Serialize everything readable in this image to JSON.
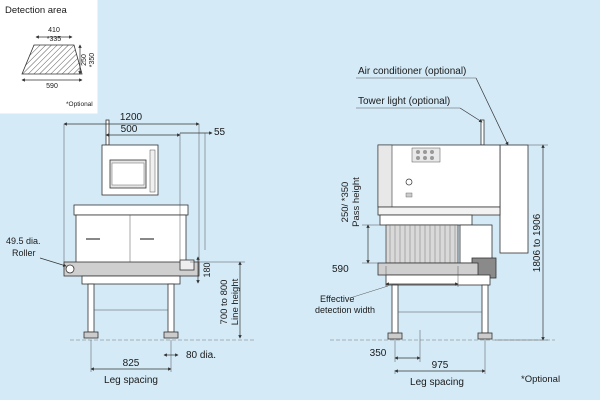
{
  "inset": {
    "title": "Detection area",
    "top_value": "410",
    "top_optional": "*335",
    "height_value": "250",
    "height_optional": "*350",
    "bottom_value": "590",
    "note": "*Optional"
  },
  "front_view": {
    "width_total": "1200",
    "width_upper": "500",
    "right_offset": "55",
    "roller_label_1": "49.5 dia.",
    "roller_label_2": "Roller",
    "conveyor_height": "180",
    "line_height_value": "700 to 800",
    "line_height_label": "Line height",
    "leg_spacing_value": "825",
    "leg_spacing_label": "Leg spacing",
    "foot_dia": "80 dia."
  },
  "side_view": {
    "air_conditioner": "Air conditioner (optional)",
    "tower_light": "Tower light (optional)",
    "pass_height_value": "250/ *350",
    "pass_height_label": "Pass height",
    "effective_width_value": "590",
    "effective_width_label_1": "Effective",
    "effective_width_label_2": "detection width",
    "overall_height": "1806 to 1906",
    "inner_spacing": "350",
    "leg_spacing_value": "975",
    "leg_spacing_label": "Leg spacing"
  },
  "footnote": "*Optional",
  "colors": {
    "background": "#d4eaf7",
    "machine_body": "#ffffff",
    "machine_shade": "#cfcfcf",
    "line": "#333333"
  }
}
